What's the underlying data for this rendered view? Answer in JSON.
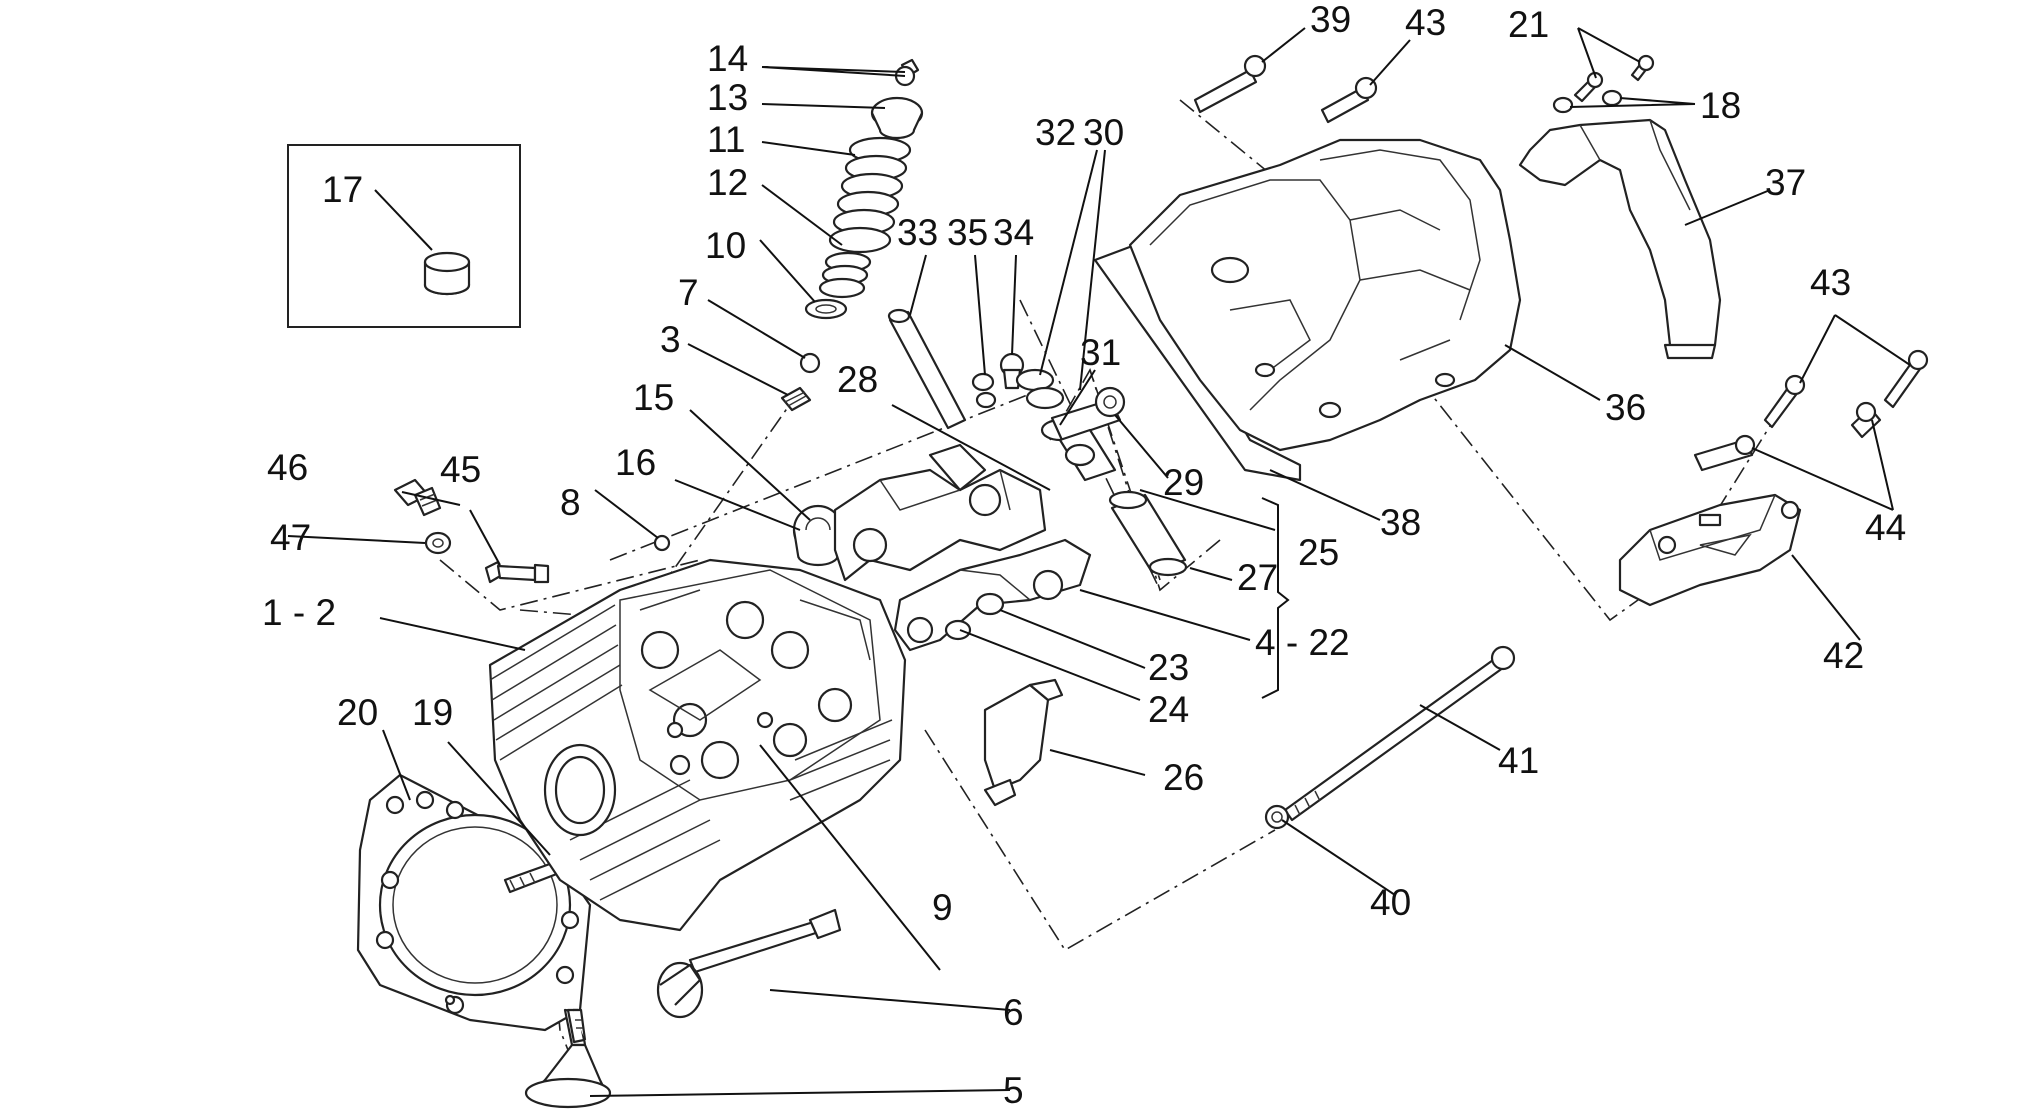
{
  "callouts": {
    "c1_2": "1  -  2",
    "c3": "3",
    "c4_22": "4 - 22",
    "c5": "5",
    "c6": "6",
    "c7": "7",
    "c8": "8",
    "c9": "9",
    "c10": "10",
    "c11": "11",
    "c12": "12",
    "c13": "13",
    "c14": "14",
    "c15": "15",
    "c16": "16",
    "c17": "17",
    "c18": "18",
    "c19": "19",
    "c20": "20",
    "c21": "21",
    "c23": "23",
    "c24": "24",
    "c25": "25",
    "c26": "26",
    "c27": "27",
    "c28": "28",
    "c29": "29",
    "c30": "30",
    "c31": "31",
    "c32": "32",
    "c33": "33",
    "c34": "34",
    "c35": "35",
    "c36": "36",
    "c37": "37",
    "c38": "38",
    "c39": "39",
    "c40": "40",
    "c41": "41",
    "c42": "42",
    "c43a": "43",
    "c43b": "43",
    "c44": "44",
    "c45": "45",
    "c46": "46",
    "c47": "47"
  }
}
